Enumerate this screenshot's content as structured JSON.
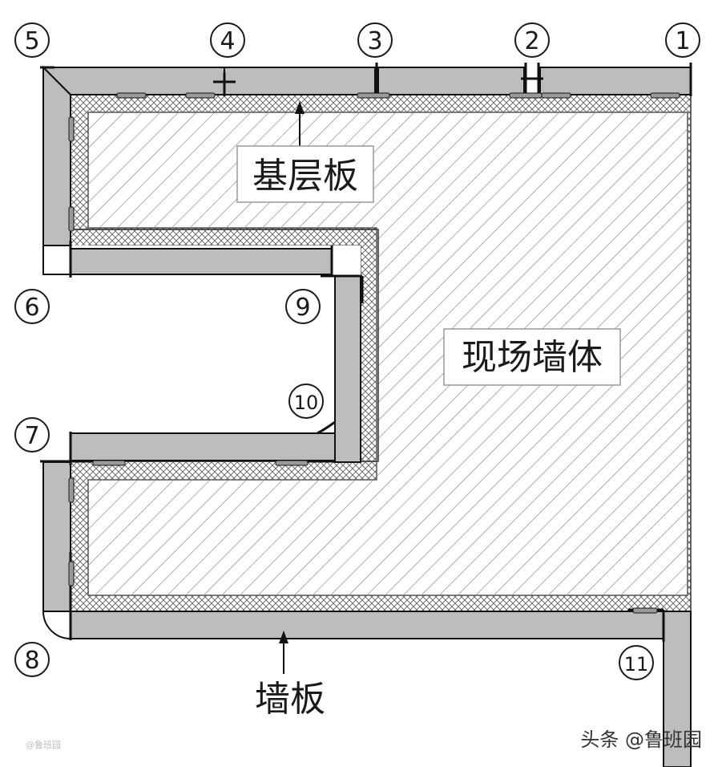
{
  "labels": {
    "base_board": "基层板",
    "site_wall": "现场墙体",
    "wall_panel": "墙板"
  },
  "markers": [
    {
      "id": "m1",
      "text": "1"
    },
    {
      "id": "m2",
      "text": "2"
    },
    {
      "id": "m3",
      "text": "3"
    },
    {
      "id": "m4",
      "text": "4"
    },
    {
      "id": "m5",
      "text": "5"
    },
    {
      "id": "m6",
      "text": "6"
    },
    {
      "id": "m7",
      "text": "7"
    },
    {
      "id": "m8",
      "text": "8"
    },
    {
      "id": "m9",
      "text": "9"
    },
    {
      "id": "m10",
      "text": "10"
    },
    {
      "id": "m11",
      "text": "11"
    }
  ],
  "watermark": "头条 @鲁班园",
  "faint_mark": "@鲁班园",
  "colors": {
    "panel_fill": "#bdbdbd",
    "line": "#111111",
    "hatch": "#8a8a8a",
    "background": "#ffffff"
  }
}
